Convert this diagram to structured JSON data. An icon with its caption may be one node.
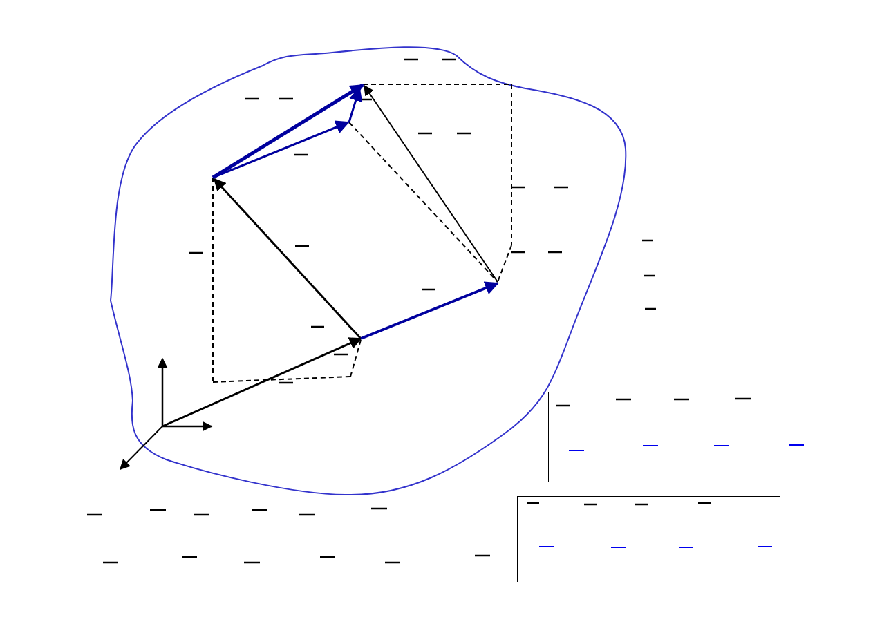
{
  "diagram": {
    "nodes": [
      {
        "text": [],
        "shape": "blob"
      },
      {
        "text": [],
        "shape": "box"
      },
      {
        "text": [],
        "shape": "box"
      }
    ]
  }
}
